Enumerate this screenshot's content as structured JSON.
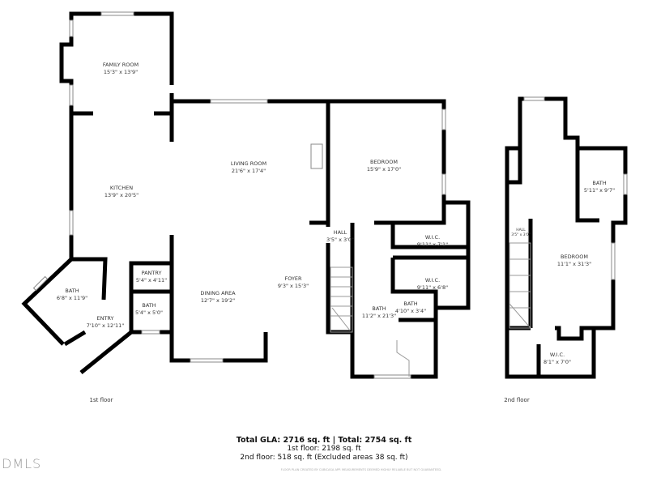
{
  "floors": [
    {
      "label": "1st floor",
      "rooms": [
        {
          "name": "FAMILY ROOM",
          "dims": "15'3\" x 13'9\""
        },
        {
          "name": "KITCHEN",
          "dims": "13'9\" x 20'5\""
        },
        {
          "name": "LIVING ROOM",
          "dims": "21'6\" x 17'4\""
        },
        {
          "name": "BEDROOM",
          "dims": "15'9\" x 17'0\""
        },
        {
          "name": "HALL",
          "dims": "3'5\" x 3'0\""
        },
        {
          "name": "W.I.C.",
          "dims": "9'11\" x 7'1\""
        },
        {
          "name": "W.I.C.",
          "dims": "9'11\" x 6'8\""
        },
        {
          "name": "BATH",
          "dims": "4'10\" x 3'4\""
        },
        {
          "name": "BATH",
          "dims": "11'2\" x 21'3\""
        },
        {
          "name": "FOYER",
          "dims": "9'3\" x 15'3\""
        },
        {
          "name": "DINING AREA",
          "dims": "12'7\" x 19'2\""
        },
        {
          "name": "PANTRY",
          "dims": "5'4\" x 4'11\""
        },
        {
          "name": "BATH",
          "dims": "5'4\" x 5'0\""
        },
        {
          "name": "BATH",
          "dims": "6'8\" x 11'9\""
        },
        {
          "name": "ENTRY",
          "dims": "7'10\" x 12'11\""
        }
      ]
    },
    {
      "label": "2nd floor",
      "rooms": [
        {
          "name": "BATH",
          "dims": "5'11\" x 9'7\""
        },
        {
          "name": "HALL",
          "dims": "3'5\" x 3'0\""
        },
        {
          "name": "BEDROOM",
          "dims": "11'1\" x 31'3\""
        },
        {
          "name": "W.I.C.",
          "dims": "8'1\" x 7'0\""
        }
      ]
    }
  ],
  "totals": {
    "headline": "Total GLA: 2716 sq. ft | Total: 2754 sq. ft",
    "first": "1st floor: 2198 sq. ft",
    "second": "2nd floor: 518 sq. ft (Excluded areas 38 sq. ft)"
  },
  "disclaimer": "FLOOR PLAN CREATED BY CUBICASA APP. MEASUREMENTS DEEMED HIGHLY RELIABLE BUT NOT GUARANTEED.",
  "logo": "DMLS"
}
